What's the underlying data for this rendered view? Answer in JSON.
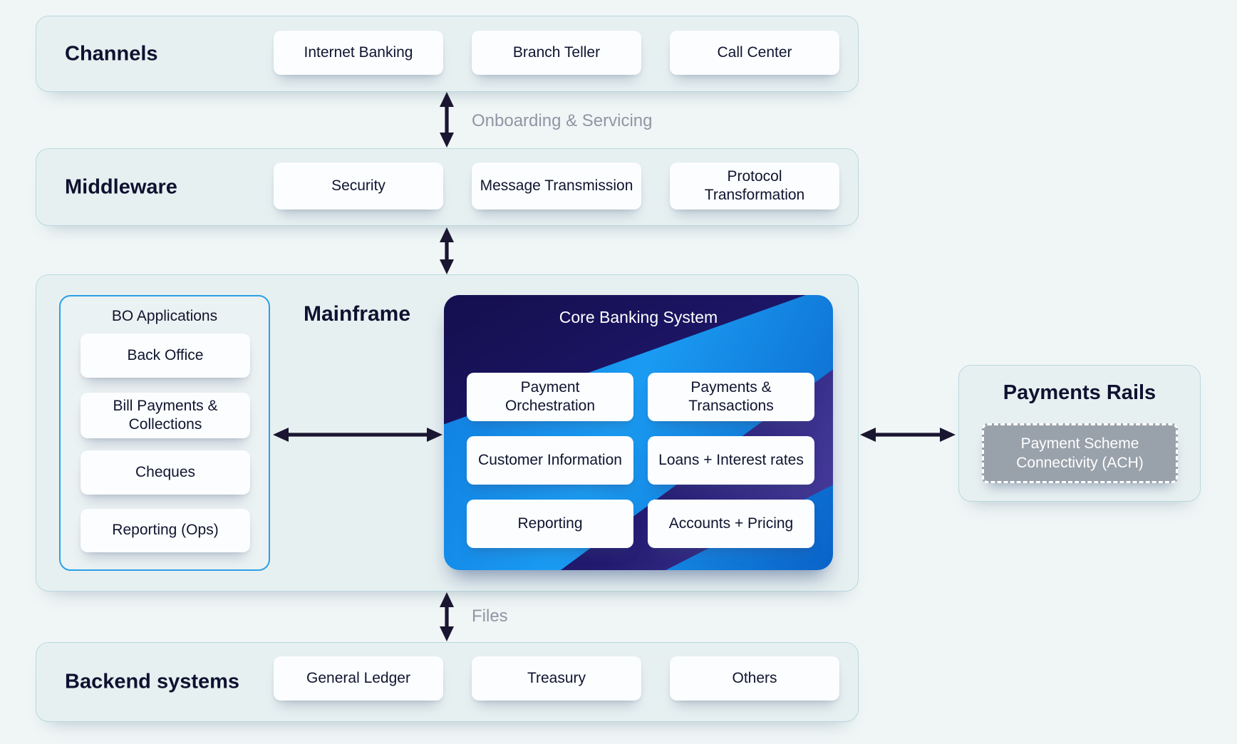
{
  "diagram": {
    "channels": {
      "label": "Channels",
      "cards": [
        "Internet Banking",
        "Branch Teller",
        "Call Center"
      ]
    },
    "middleware": {
      "label": "Middleware",
      "cards": [
        "Security",
        "Message Transmission",
        "Protocol Transformation"
      ]
    },
    "mainframe": {
      "label": "Mainframe",
      "bo_applications": {
        "title": "BO Applications",
        "cards": [
          "Back Office",
          "Bill Payments & Collections",
          "Cheques",
          "Reporting (Ops)"
        ]
      },
      "core_banking": {
        "title": "Core Banking System",
        "cards": [
          "Payment Orchestration",
          "Payments & Transactions",
          "Customer Information",
          "Loans + Interest rates",
          "Reporting",
          "Accounts + Pricing"
        ]
      }
    },
    "payments_rails": {
      "label": "Payments Rails",
      "card": "Payment Scheme Connectivity (ACH)"
    },
    "backend": {
      "label": "Backend systems",
      "cards": [
        "General Ledger",
        "Treasury",
        "Others"
      ]
    },
    "connectors": {
      "channels_middleware_label": "Onboarding & Servicing",
      "mainframe_backend_label": "Files"
    }
  },
  "colors": {
    "page_bg": "#f0f6f6",
    "panel_bg": "#e7f0f1",
    "panel_border": "#b9d8dd",
    "card_bg": "#fbfdff",
    "text_dark": "#10142e",
    "muted_label": "#8e96a4",
    "bo_border": "#2aa0e5",
    "arrow": "#1a1530",
    "cbs_bright_blue": "#1a9bf2",
    "cbs_navy": "#1d1668",
    "rails_gray_box": "#99a1ab"
  }
}
